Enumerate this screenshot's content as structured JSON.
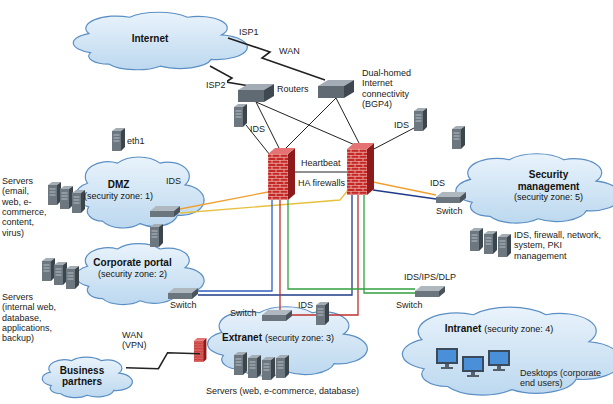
{
  "diagram": {
    "nodes": [
      {
        "text": [
          "Internet"
        ]
      },
      {
        "text": [
          "DMZ",
          "(security zone: 1)"
        ]
      },
      {
        "text": [
          "Security management",
          "(security zone: 5)"
        ]
      },
      {
        "text": [
          "Corporate portal",
          "(security zone: 2)"
        ]
      },
      {
        "text": [
          "Extranet",
          "(security zone: 3)"
        ]
      },
      {
        "text": [
          "Intranet",
          "(security zone: 4)"
        ]
      },
      {
        "text": [
          "Business partners"
        ]
      }
    ],
    "edges": [
      {
        "from": 6,
        "to": 4,
        "label": "WAN (VPN)",
        "arrow": "none"
      }
    ],
    "labels": [
      "ISP1",
      "WAN",
      "ISP2",
      "Routers",
      "Dual-homed Internet connectivity (BGP4)",
      "IDS",
      "IDS",
      "eth1",
      "IDS",
      "Heartbeat",
      "HA firewalls",
      "Servers (email, web, e-commerce, content, virus)",
      "IDS",
      "Switch",
      "Switch",
      "Servers (internal web, database, applications, backup)",
      "IDS, firewall, network, system, PKI management",
      "Switch",
      "IDS",
      "IDS/IPS/DLP",
      "Switch",
      "Servers (web, e-commerce, database)",
      "Desktops (corporate end users)"
    ]
  }
}
